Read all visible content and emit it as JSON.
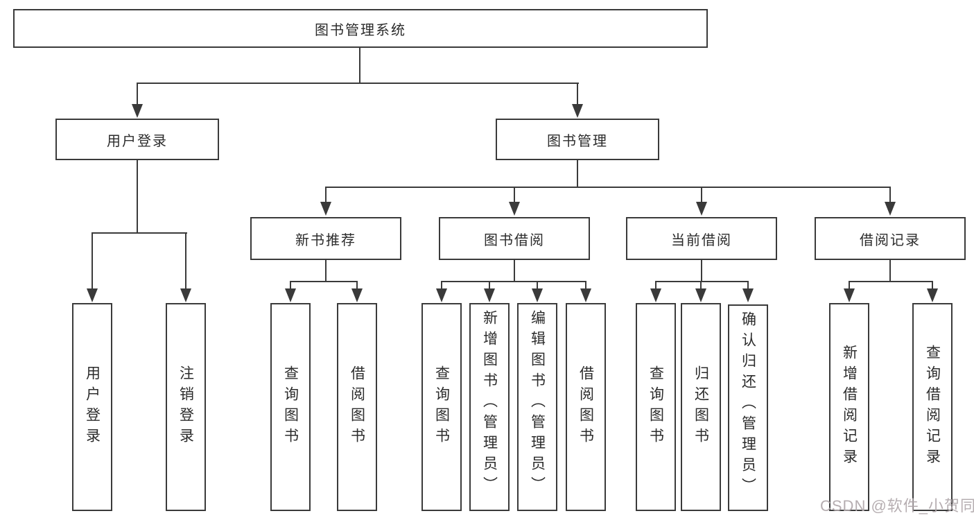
{
  "diagram": {
    "tree": {
      "label": "图书管理系统",
      "children": [
        {
          "label": "用户登录",
          "children": [
            {
              "label": "用户登录"
            },
            {
              "label": "注销登录"
            }
          ]
        },
        {
          "label": "图书管理",
          "children": [
            {
              "label": "新书推荐",
              "children": [
                {
                  "label": "查询图书"
                },
                {
                  "label": "借阅图书"
                }
              ]
            },
            {
              "label": "图书借阅",
              "children": [
                {
                  "label": "查询图书"
                },
                {
                  "label": "新增图书（管理员）"
                },
                {
                  "label": "编辑图书（管理员）"
                },
                {
                  "label": "借阅图书"
                }
              ]
            },
            {
              "label": "当前借阅",
              "children": [
                {
                  "label": "查询图书"
                },
                {
                  "label": "归还图书"
                },
                {
                  "label": "确认归还（管理员）"
                }
              ]
            },
            {
              "label": "借阅记录",
              "children": [
                {
                  "label": "新增借阅记录"
                },
                {
                  "label": "查询借阅记录"
                }
              ]
            }
          ]
        }
      ]
    },
    "colors": {
      "line": "#3a3a3a",
      "text": "#2b2b2b",
      "background": "#ffffff",
      "watermark": "#b2aaad"
    }
  },
  "watermark": {
    "text": "CSDN @软件_小贺同学"
  }
}
